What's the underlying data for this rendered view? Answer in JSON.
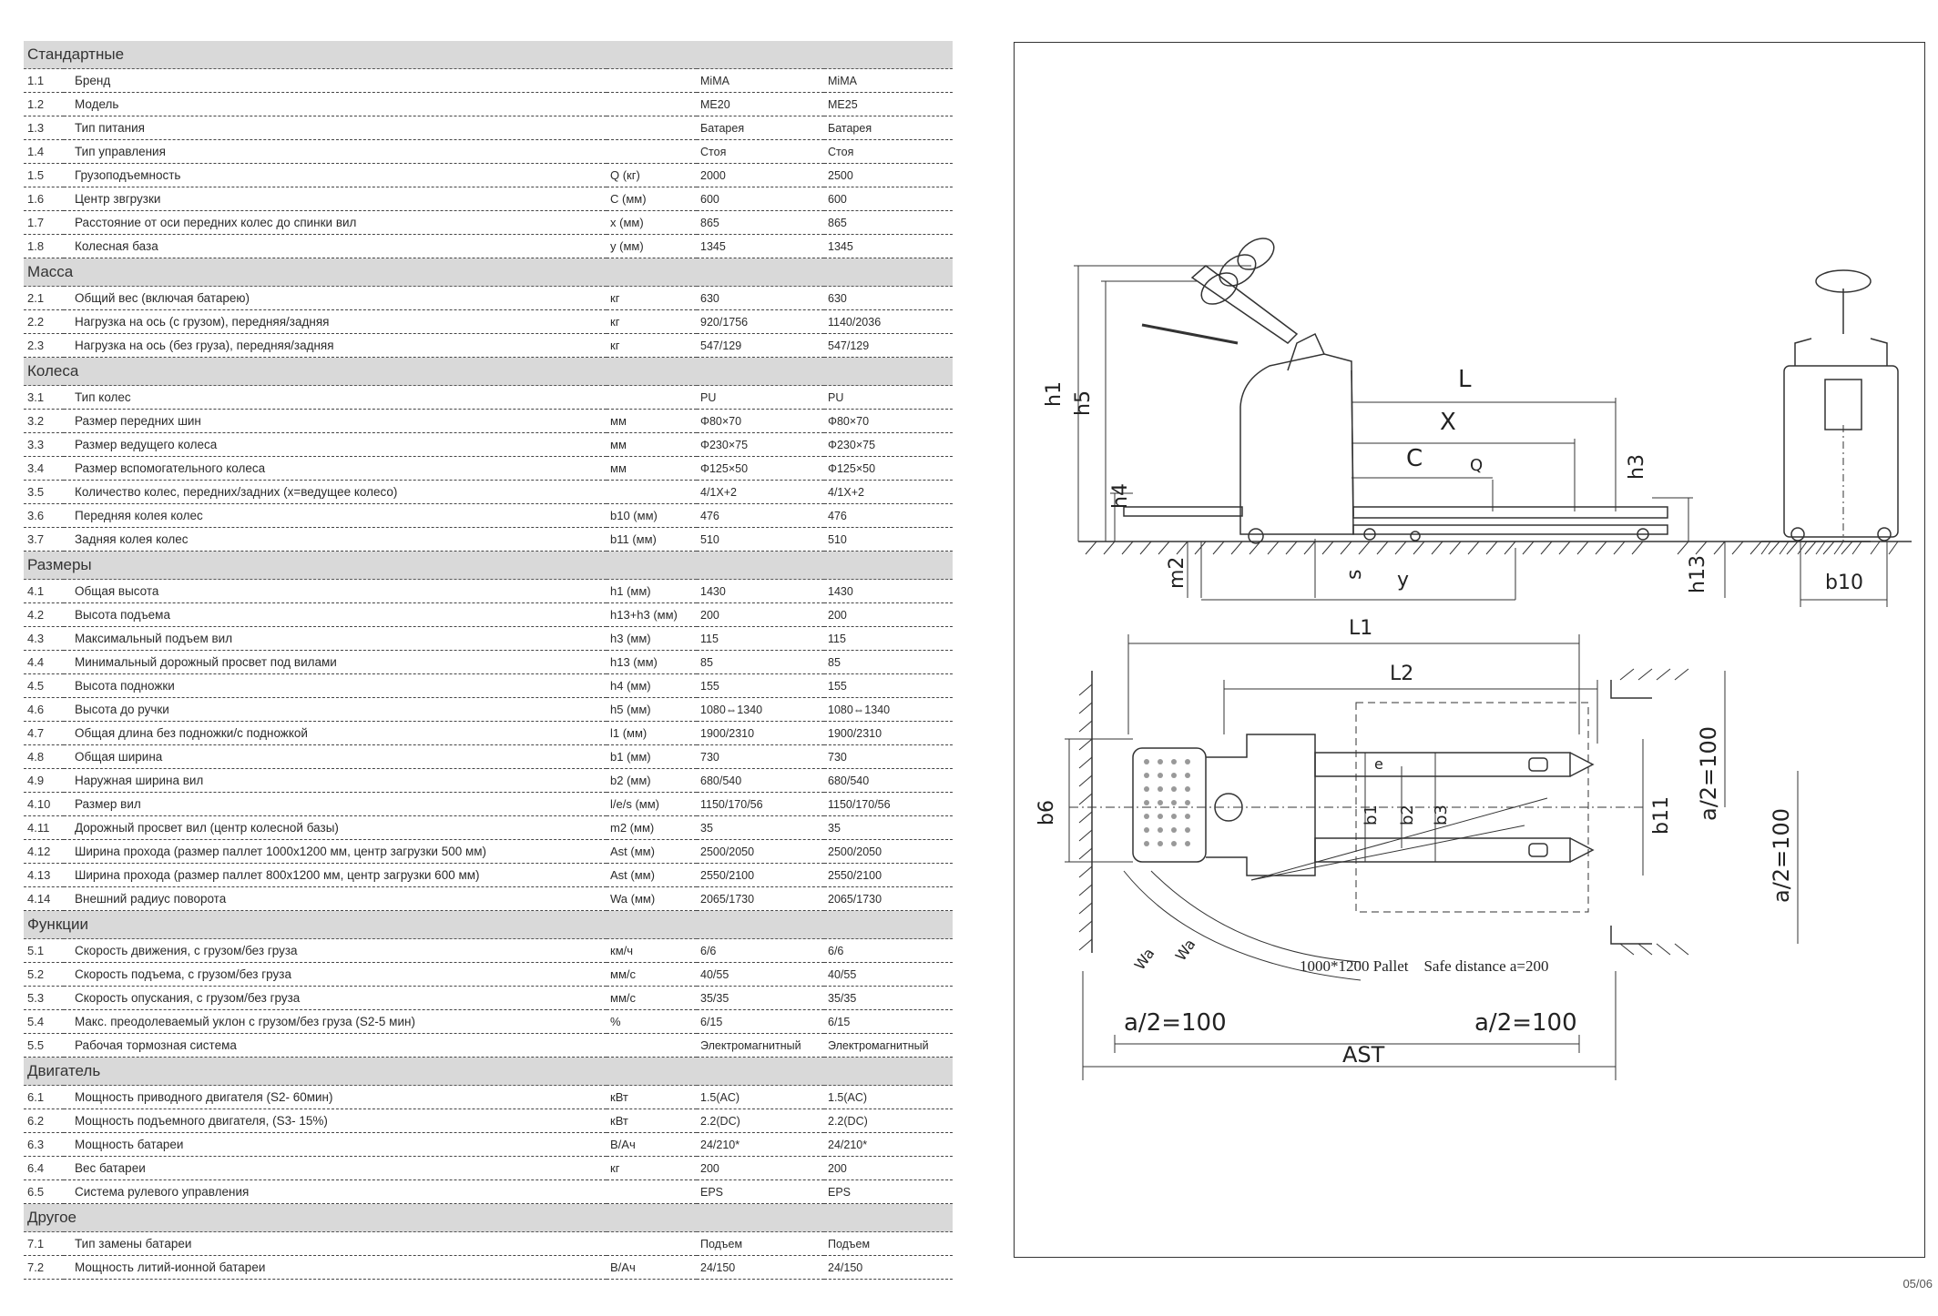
{
  "spec_table": {
    "sections": [
      {
        "title": "Стандартные",
        "rows": [
          {
            "num": "1.1",
            "name": "Бренд",
            "unit": "",
            "v1": "MiMA",
            "v2": "MiMA"
          },
          {
            "num": "1.2",
            "name": "Модель",
            "unit": "",
            "v1": "ME20",
            "v2": "ME25"
          },
          {
            "num": "1.3",
            "name": "Тип питания",
            "unit": "",
            "v1": "Батарея",
            "v2": "Батарея"
          },
          {
            "num": "1.4",
            "name": "Тип управления",
            "unit": "",
            "v1": "Стоя",
            "v2": "Стоя"
          },
          {
            "num": "1.5",
            "name": "Грузоподъемность",
            "unit": "Q (кг)",
            "v1": "2000",
            "v2": "2500"
          },
          {
            "num": "1.6",
            "name": "Центр звгрузки",
            "unit": "C (мм)",
            "v1": "600",
            "v2": "600"
          },
          {
            "num": "1.7",
            "name": "Расстояние от оси передних колес до спинки вил",
            "unit": "x (мм)",
            "v1": "865",
            "v2": "865"
          },
          {
            "num": "1.8",
            "name": "Колесная база",
            "unit": "y (мм)",
            "v1": "1345",
            "v2": "1345"
          }
        ]
      },
      {
        "title": "Масса",
        "rows": [
          {
            "num": "2.1",
            "name": "Общий вес (включая батарею)",
            "unit": "кг",
            "v1": "630",
            "v2": "630"
          },
          {
            "num": "2.2",
            "name": "Нагрузка на ось (с грузом), передняя/задняя",
            "unit": "кг",
            "v1": "920/1756",
            "v2": "1140/2036"
          },
          {
            "num": "2.3",
            "name": "Нагрузка на ось (без груза), передняя/задняя",
            "unit": "кг",
            "v1": "547/129",
            "v2": "547/129"
          }
        ]
      },
      {
        "title": "Колеса",
        "rows": [
          {
            "num": "3.1",
            "name": "Тип колес",
            "unit": "",
            "v1": "PU",
            "v2": "PU"
          },
          {
            "num": "3.2",
            "name": "Размер передних шин",
            "unit": "мм",
            "v1": "Φ80×70",
            "v2": "Φ80×70"
          },
          {
            "num": "3.3",
            "name": "Размер ведущего колеса",
            "unit": "мм",
            "v1": "Φ230×75",
            "v2": "Φ230×75"
          },
          {
            "num": "3.4",
            "name": "Размер вспомогательного колеса",
            "unit": "мм",
            "v1": "Φ125×50",
            "v2": "Φ125×50"
          },
          {
            "num": "3.5",
            "name": "Количество колес, передних/задних (x=ведущее колесо)",
            "unit": "",
            "v1": "4/1X+2",
            "v2": "4/1X+2"
          },
          {
            "num": "3.6",
            "name": "Передняя колея колес",
            "unit": "b10 (мм)",
            "v1": "476",
            "v2": "476"
          },
          {
            "num": "3.7",
            "name": "Задняя колея колес",
            "unit": "b11 (мм)",
            "v1": "510",
            "v2": "510"
          }
        ]
      },
      {
        "title": "Размеры",
        "rows": [
          {
            "num": "4.1",
            "name": "Общая высота",
            "unit": "h1 (мм)",
            "v1": "1430",
            "v2": "1430"
          },
          {
            "num": "4.2",
            "name": "Высота подъема",
            "unit": "h13+h3 (мм)",
            "v1": "200",
            "v2": "200"
          },
          {
            "num": "4.3",
            "name": "Максимальный подъем вил",
            "unit": "h3 (мм)",
            "v1": "115",
            "v2": "115"
          },
          {
            "num": "4.4",
            "name": "Минимальный дорожный просвет под вилами",
            "unit": "h13 (мм)",
            "v1": "85",
            "v2": "85"
          },
          {
            "num": "4.5",
            "name": "Высота подножки",
            "unit": "h4 (мм)",
            "v1": "155",
            "v2": "155"
          },
          {
            "num": "4.6",
            "name": "Высота до ручки",
            "unit": "h5 (мм)",
            "v1": "1080⇔1340",
            "v2": "1080⇔1340"
          },
          {
            "num": "4.7",
            "name": "Общая длина без подножки/с подножкой",
            "unit": "l1 (мм)",
            "v1": "1900/2310",
            "v2": "1900/2310"
          },
          {
            "num": "4.8",
            "name": "Общая ширина",
            "unit": "b1 (мм)",
            "v1": "730",
            "v2": "730"
          },
          {
            "num": "4.9",
            "name": "Наружная ширина вил",
            "unit": "b2 (мм)",
            "v1": "680/540",
            "v2": "680/540"
          },
          {
            "num": "4.10",
            "name": "Размер вил",
            "unit": "l/e/s (мм)",
            "v1": "1150/170/56",
            "v2": "1150/170/56"
          },
          {
            "num": "4.11",
            "name": "Дорожный просвет вил (центр колесной базы)",
            "unit": "m2 (мм)",
            "v1": "35",
            "v2": "35"
          },
          {
            "num": "4.12",
            "name": "Ширина прохода (размер паллет 1000x1200 мм, центр загрузки 500 мм)",
            "unit": "Ast (мм)",
            "v1": "2500/2050",
            "v2": "2500/2050"
          },
          {
            "num": "4.13",
            "name": "Ширина прохода (размер паллет 800x1200 мм, центр загрузки 600 мм)",
            "unit": "Ast (мм)",
            "v1": "2550/2100",
            "v2": "2550/2100"
          },
          {
            "num": "4.14",
            "name": "Внешний радиус поворота",
            "unit": "Wa (мм)",
            "v1": "2065/1730",
            "v2": "2065/1730"
          }
        ]
      },
      {
        "title": "Функции",
        "rows": [
          {
            "num": "5.1",
            "name": "Скорость движения, с грузом/без груза",
            "unit": "км/ч",
            "v1": "6/6",
            "v2": "6/6"
          },
          {
            "num": "5.2",
            "name": "Скорость подъема, с грузом/без груза",
            "unit": "мм/с",
            "v1": "40/55",
            "v2": "40/55"
          },
          {
            "num": "5.3",
            "name": "Скорость опускания, с грузом/без груза",
            "unit": "мм/с",
            "v1": "35/35",
            "v2": "35/35"
          },
          {
            "num": "5.4",
            "name": "Макс. преодолеваемый уклон с грузом/без груза (S2-5 мин)",
            "unit": "%",
            "v1": "6/15",
            "v2": "6/15"
          },
          {
            "num": "5.5",
            "name": "Рабочая тормозная система",
            "unit": "",
            "v1": "Электромагнитный",
            "v2": "Электромагнитный"
          }
        ]
      },
      {
        "title": "Двигатель",
        "rows": [
          {
            "num": "6.1",
            "name": "Мощность приводного двигателя (S2- 60мин)",
            "unit": "кВт",
            "v1": "1.5(AC)",
            "v2": "1.5(AC)"
          },
          {
            "num": "6.2",
            "name": "Мощность подъемного двигателя, (S3- 15%)",
            "unit": "кВт",
            "v1": "2.2(DC)",
            "v2": "2.2(DC)"
          },
          {
            "num": "6.3",
            "name": "Мощность батареи",
            "unit": "В/Ач",
            "v1": "24/210*",
            "v2": "24/210*"
          },
          {
            "num": "6.4",
            "name": "Вес батареи",
            "unit": "кг",
            "v1": "200",
            "v2": "200"
          },
          {
            "num": "6.5",
            "name": "Система рулевого управления",
            "unit": "",
            "v1": "EPS",
            "v2": "EPS"
          }
        ]
      },
      {
        "title": "Другое",
        "rows": [
          {
            "num": "7.1",
            "name": "Тип замены батареи",
            "unit": "",
            "v1": "Подъем",
            "v2": "Подъем"
          },
          {
            "num": "7.2",
            "name": "Мощность литий-ионной батареи",
            "unit": "В/Ач",
            "v1": "24/150",
            "v2": "24/150"
          }
        ]
      }
    ]
  },
  "drawing": {
    "side_labels": {
      "h1": "h1",
      "h5": "h5",
      "h4": "h4",
      "h3": "h3",
      "h13": "h13",
      "m2": "m2",
      "s": "s",
      "y": "y",
      "L": "L",
      "X": "X",
      "C": "C",
      "Q": "Q"
    },
    "front_labels": {
      "b10": "b10"
    },
    "top_labels": {
      "l1": "L1",
      "l2": "L2",
      "b6": "b6",
      "b1": "b1",
      "b2": "b2",
      "b3": "b3",
      "b11": "b11",
      "e": "e",
      "wa": "Wa",
      "wb": "Wa",
      "half_a_1": "a/2=100",
      "half_a_2": "a/2=100",
      "half_a_3": "a/2=100",
      "half_a_4": "a/2=100",
      "ast": "AST"
    },
    "caption": "1000*1200 Pallet    Safe distance a=200"
  },
  "footer": {
    "page_number": "05/06"
  }
}
